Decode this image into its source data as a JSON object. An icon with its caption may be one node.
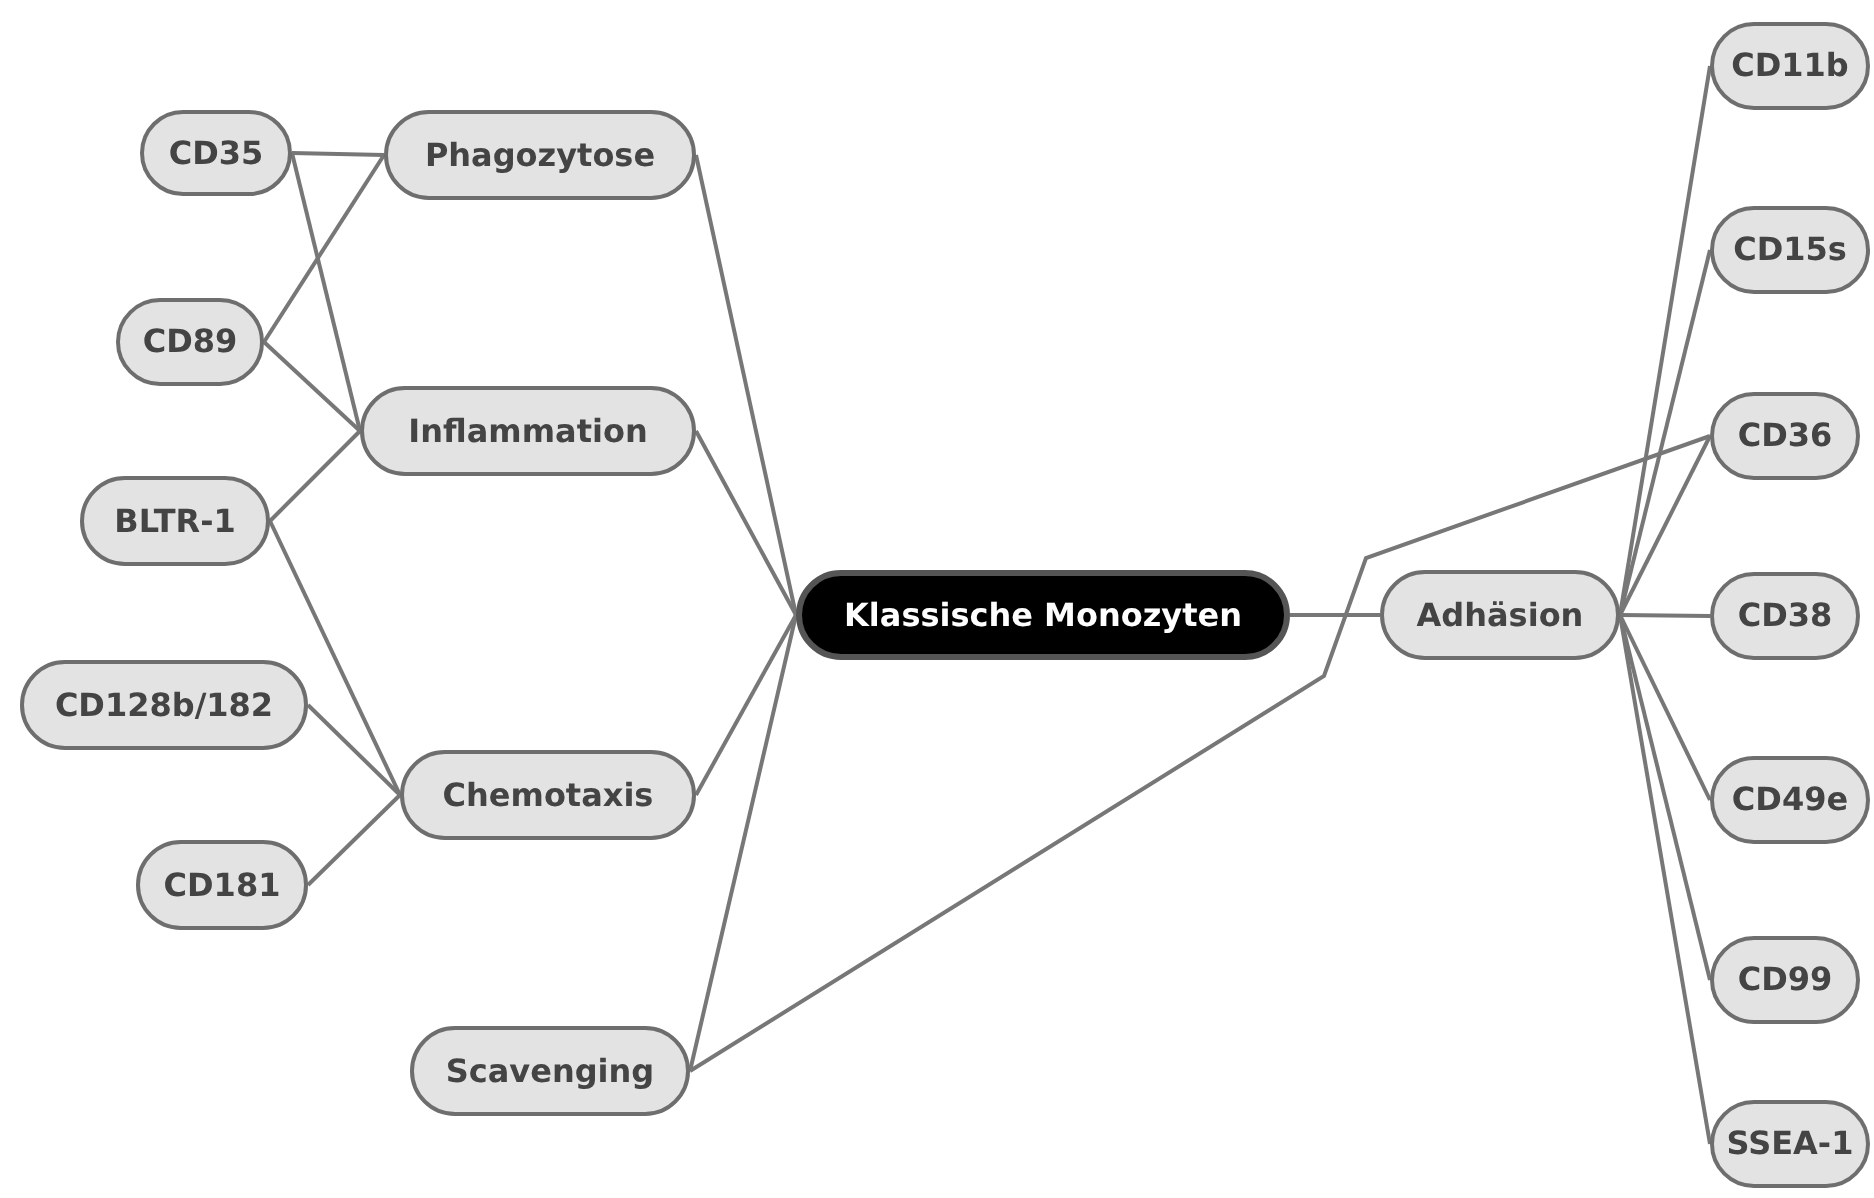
{
  "diagram": {
    "nodes": [
      {
        "text": [
          "Klassische Monozyten"
        ]
      },
      {
        "text": [
          "Phagozytose"
        ]
      },
      {
        "text": [
          "Inflammation"
        ]
      },
      {
        "text": [
          "Chemotaxis"
        ]
      },
      {
        "text": [
          "Scavenging"
        ]
      },
      {
        "text": [
          "Adhäsion"
        ]
      },
      {
        "text": [
          "CD35"
        ]
      },
      {
        "text": [
          "CD89"
        ]
      },
      {
        "text": [
          "BLTR-1"
        ]
      },
      {
        "text": [
          "CD128b/182"
        ]
      },
      {
        "text": [
          "CD181"
        ]
      },
      {
        "text": [
          "CD11b"
        ]
      },
      {
        "text": [
          "CD15s"
        ]
      },
      {
        "text": [
          "CD36"
        ]
      },
      {
        "text": [
          "CD38"
        ]
      },
      {
        "text": [
          "CD49e"
        ]
      },
      {
        "text": [
          "CD99"
        ]
      },
      {
        "text": [
          "SSEA-1"
        ]
      }
    ],
    "edges": [
      {
        "from": 0,
        "to": 1,
        "arrow": "none"
      },
      {
        "from": 0,
        "to": 2,
        "arrow": "none"
      },
      {
        "from": 0,
        "to": 3,
        "arrow": "none"
      },
      {
        "from": 0,
        "to": 4,
        "arrow": "none"
      },
      {
        "from": 0,
        "to": 5,
        "arrow": "none"
      },
      {
        "from": 1,
        "to": 6,
        "arrow": "none"
      },
      {
        "from": 1,
        "to": 7,
        "arrow": "none"
      },
      {
        "from": 2,
        "to": 6,
        "arrow": "none"
      },
      {
        "from": 2,
        "to": 7,
        "arrow": "none"
      },
      {
        "from": 2,
        "to": 8,
        "arrow": "none"
      },
      {
        "from": 3,
        "to": 8,
        "arrow": "none"
      },
      {
        "from": 3,
        "to": 9,
        "arrow": "none"
      },
      {
        "from": 3,
        "to": 10,
        "arrow": "none"
      },
      {
        "from": 4,
        "to": 13,
        "arrow": "none"
      },
      {
        "from": 5,
        "to": 11,
        "arrow": "none"
      },
      {
        "from": 5,
        "to": 12,
        "arrow": "none"
      },
      {
        "from": 5,
        "to": 13,
        "arrow": "none"
      },
      {
        "from": 5,
        "to": 14,
        "arrow": "none"
      },
      {
        "from": 5,
        "to": 15,
        "arrow": "none"
      },
      {
        "from": 5,
        "to": 16,
        "arrow": "none"
      },
      {
        "from": 5,
        "to": 17,
        "arrow": "none"
      }
    ]
  }
}
